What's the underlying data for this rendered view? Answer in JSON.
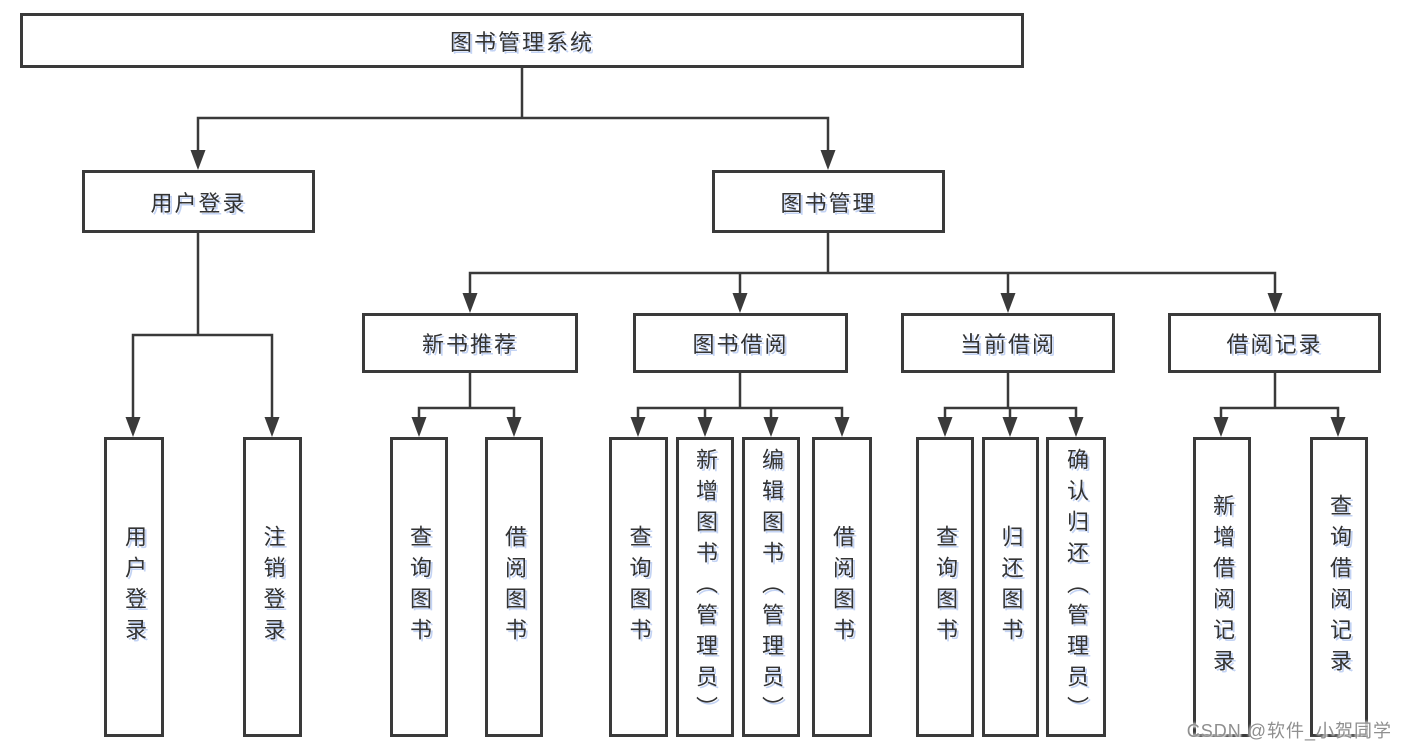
{
  "diagram": {
    "title": "图书管理系统",
    "level2": [
      {
        "label": "用户登录",
        "children": [
          {
            "label": "用户登录"
          },
          {
            "label": "注销登录"
          }
        ]
      },
      {
        "label": "图书管理",
        "children": [
          {
            "label": "新书推荐",
            "children": [
              {
                "label": "查询图书"
              },
              {
                "label": "借阅图书"
              }
            ]
          },
          {
            "label": "图书借阅",
            "children": [
              {
                "label": "查询图书"
              },
              {
                "label": "新增图书（管理员）"
              },
              {
                "label": "编辑图书（管理员）"
              },
              {
                "label": "借阅图书"
              }
            ]
          },
          {
            "label": "当前借阅",
            "children": [
              {
                "label": "查询图书"
              },
              {
                "label": "归还图书"
              },
              {
                "label": "确认归还（管理员）"
              }
            ]
          },
          {
            "label": "借阅记录",
            "children": [
              {
                "label": "新增借阅记录"
              },
              {
                "label": "查询借阅记录"
              }
            ]
          }
        ]
      }
    ],
    "watermark": "CSDN @软件_小贺同学",
    "colors": {
      "line": "#3a3a3a",
      "text": "#333333",
      "watermark": "#8f8f8f",
      "background": "#ffffff"
    }
  }
}
